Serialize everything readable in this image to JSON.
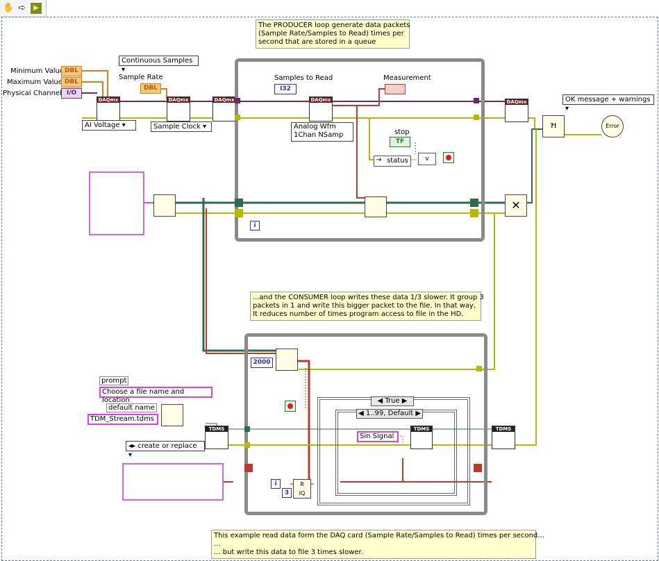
{
  "toolbar": {
    "icons": [
      "hand-icon",
      "arrow-icon",
      "run-icon"
    ]
  },
  "notes": {
    "producer": "The PRODUCER loop generate data packets\n(Sample Rate/Samples to Read) times per\nsecond that are stored in a queue",
    "consumer": "...and the CONSUMER loop writes these data 1/3 slower. It group 3\npackets in 1 and write this bigger packet to the file. In that way,\nIt reduces number of times program access to file in the HD.",
    "footer": "This example read data form the DAQ card (Sample Rate/Samples to Read) times per second...\n...\n... but write this data to file 3 times slower."
  },
  "labels": {
    "minimum_value": "Minimum Value",
    "maximum_value": "Maximum Value",
    "physical_channel": "Physical Channel",
    "sample_rate": "Sample Rate",
    "samples_to_read": "Samples to Read",
    "measurement": "Measurement",
    "stop": "stop",
    "status": "status",
    "prompt": "prompt",
    "default_name": "default name",
    "sin_signal": "Sin Signal"
  },
  "controls": {
    "dbl": "DBL",
    "io": "I/O",
    "i32": "I32",
    "tf": "TF",
    "continuous_samples": "Continuous Samples",
    "ai_voltage": "AI Voltage",
    "sample_clock": "Sample Clock",
    "analog_wfm_1": "Analog Wfm",
    "analog_wfm_2": "1Chan NSamp",
    "ok_message": "OK message + warnings",
    "prompt_value": "Choose a file name and location",
    "default_name_value": "TDM_Stream.tdms",
    "create_or_replace": "create or replace",
    "constant_2000": "2000",
    "constant_3": "3",
    "iteration": "i",
    "case_true": "True",
    "case_range": "1..99, Default"
  },
  "nodes": {
    "daqmx": "DAQmx",
    "tdms": "TDMS",
    "error": "Error"
  },
  "colors": {
    "error_wire": "#b8b800",
    "queue_wire": "#2e6b4a",
    "dbl_wire": "#e07b1a",
    "wfm_wire": "#c0392b",
    "task_wire": "#6b2b6b",
    "pink_wire": "#e040e0",
    "loop_gray": "#8a8a8a"
  }
}
